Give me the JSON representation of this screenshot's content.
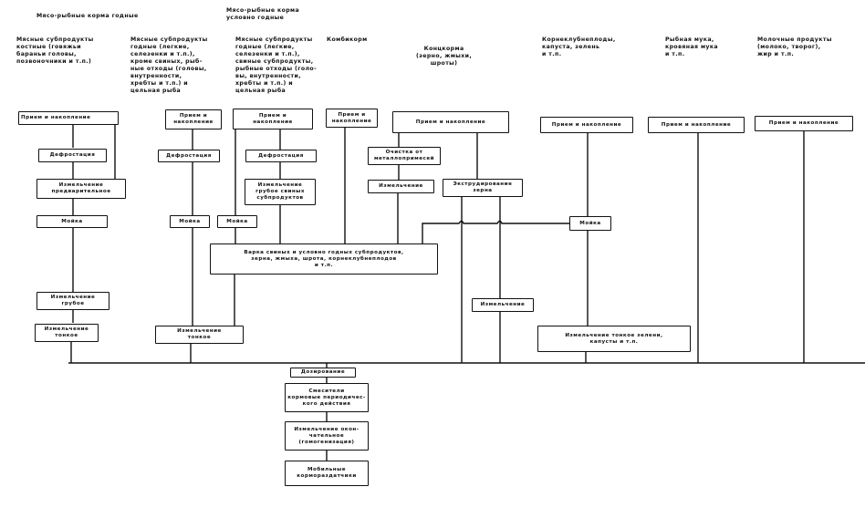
{
  "group_headers": {
    "good": "Мясо-рыбные корма годные",
    "conditional": "Мясо-рыбные корма\nусловно годные"
  },
  "sources": [
    {
      "id": "meat-bone",
      "label": "Мясные субпродукты\nкостные (говяжьи\nбараньи головы,\nпозвоночники и т.п.)"
    },
    {
      "id": "meat-good",
      "label": "Мясные субпродукты\nгодные (легкие,\nселезенки и т.п.),\nкроме свиных, рыб-\nные отходы (головы,\nвнутренности,\nхребты и т.п.) и\nцельная рыба"
    },
    {
      "id": "meat-conditional",
      "label": "Мясные субпродукты\nгодные (легкие,\nселезенки и т.п.),\nсвиные субпродукты,\nрыбные отходы (голо-\nвы, внутренности,\nхребты и т.п.) и\nцельная рыба"
    },
    {
      "id": "compound",
      "label": "Комбикорм"
    },
    {
      "id": "concentrates",
      "label": "Концкорма\n(зерно, жмыхи,\nшроты)"
    },
    {
      "id": "roots",
      "label": "Корнеклубнеплоды,\nкапуста, зелень\nи т.п."
    },
    {
      "id": "fishmeal",
      "label": "Рыбная мука,\nкровяная мука\nи т.п."
    },
    {
      "id": "dairy",
      "label": "Молочные продукты\n(молоко, творог),\nжир и т.п."
    }
  ],
  "boxes": {
    "receive1": "Прием и накопление",
    "defrost1": "Дефростация",
    "grind_pre1": "Измельчение\nпредварительное",
    "wash1": "Мойка",
    "grind_coarse1": "Измельчение\nгрубое",
    "grind_fine1": "Измельчение\nтонкое",
    "receive2": "Прием и\nнакопление",
    "defrost2": "Дефростация",
    "wash2": "Мойка",
    "grind_fine2": "Измельчение\nтонкое",
    "receive3": "Прием и\nнакопление",
    "wash3": "Мойка",
    "defrost3": "Дефростация",
    "grind_coarse3": "Измельчение\nгрубое свиных\nсубпродуктов",
    "receive4": "Прием и\nнакопление",
    "receive5": "Прием и накопление",
    "clean5": "Очистка от\nметаллопримесей",
    "grind5": "Измельчение",
    "extrude5": "Экструдирование\nзерна",
    "grind5b": "Измельчение",
    "boil": "Варка свиных и условно годных субпродуктов,\nзерна, жмыха, шрота, корнеклубнеплодов\nи т.п.",
    "receive6": "Прием и накопление",
    "wash6": "Мойка",
    "grind_fine6": "Измельчение тонкое зелени,\nкапусты и т.п.",
    "receive7": "Прием и накопление",
    "receive8": "Прием и накопление",
    "dosing": "Дозирование",
    "mixer": "Смесители\nкормовые периодичес-\nкого действия",
    "grind_final": "Измельчение окон-\nчательное\n(гомогенизация)",
    "dispensers": "Мобильные\nкормораздатчики"
  }
}
